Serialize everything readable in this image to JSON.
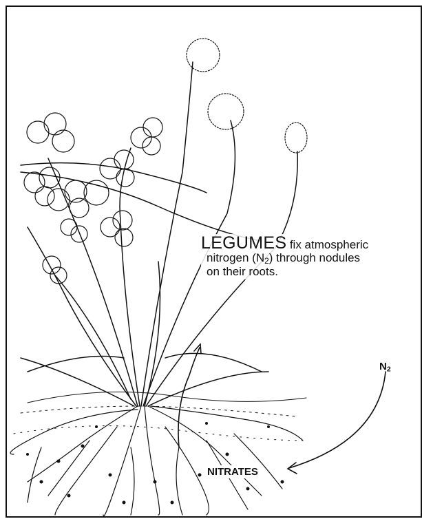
{
  "caption": {
    "title": "LEGUMES",
    "line1_rest": "fix atmospheric",
    "line2_pre": "nitrogen (N",
    "line2_sub": "2",
    "line2_post": ") through nodules",
    "line3": "on their roots."
  },
  "labels": {
    "n2_main": "N",
    "n2_sub": "2",
    "nitrates": "NITRATES"
  },
  "colors": {
    "ink": "#111111",
    "paper": "#ffffff"
  }
}
